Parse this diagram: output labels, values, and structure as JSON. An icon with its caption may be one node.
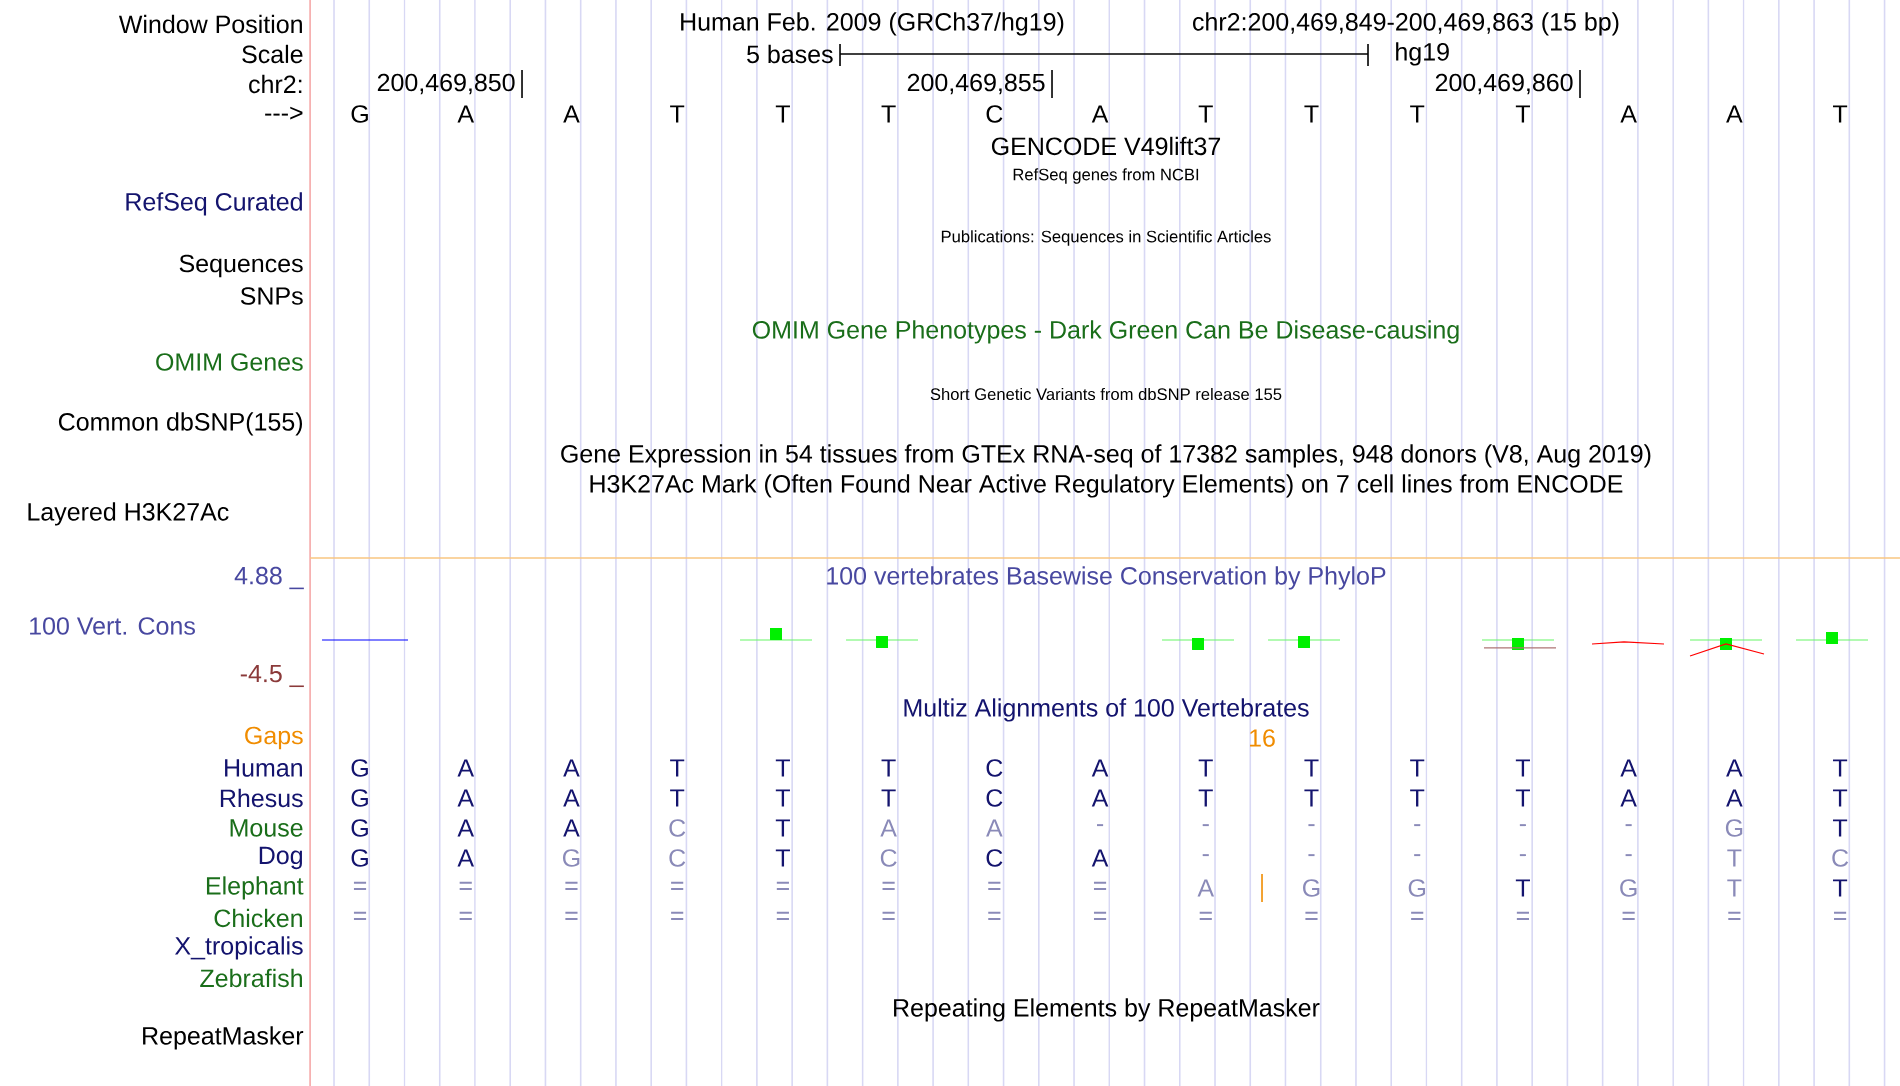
{
  "diagram": {
    "labels": [
      "Window Position",
      "Human Feb. 2009 (GRCh37/hg19)",
      "chr2:200,469,849-200,469,863 (15 bp)",
      "Scale",
      "5 bases",
      "hg19",
      "chr2:",
      "200,469,850",
      "200,469,855",
      "200,469,860",
      "--->",
      "G",
      "A",
      "A",
      "T",
      "T",
      "T",
      "C",
      "A",
      "T",
      "T",
      "T",
      "T",
      "A",
      "A",
      "T",
      "GENCODE V49lift37",
      "RefSeq genes from NCBI",
      "RefSeq Curated",
      "Publications: Sequences in Scientific Articles",
      "Sequences",
      "SNPs",
      "OMIM Gene Phenotypes - Dark Green Can Be Disease-causing",
      "OMIM Genes",
      "Short Genetic Variants from dbSNP release 155",
      "Common dbSNP(155)",
      "Gene Expression in 54 tissues from GTEx RNA-seq of 17382 samples, 948 donors (V8, Aug 2019)",
      "H3K27Ac Mark (Often Found Near Active Regulatory Elements) on 7 cell lines from ENCODE",
      "Layered H3K27Ac",
      "4.88 _",
      "100 vertebrates Basewise Conservation by PhyloP",
      "100 Vert. Cons",
      "-4.5 _",
      "Multiz Alignments of 100 Vertebrates",
      "Gaps",
      "16",
      "Human",
      "G",
      "A",
      "A",
      "T",
      "T",
      "T",
      "C",
      "A",
      "T",
      "T",
      "T",
      "T",
      "A",
      "A",
      "T",
      "Rhesus",
      "G",
      "A",
      "A",
      "T",
      "T",
      "T",
      "C",
      "A",
      "T",
      "T",
      "T",
      "T",
      "A",
      "A",
      "T",
      "Mouse",
      "G",
      "A",
      "A",
      "C",
      "T",
      "A",
      "A",
      "-",
      "-",
      "-",
      "-",
      "-",
      "-",
      "G",
      "T",
      "Dog",
      "G",
      "A",
      "G",
      "C",
      "T",
      "C",
      "C",
      "A",
      "-",
      "-",
      "-",
      "-",
      "-",
      "T",
      "C",
      "Elephant",
      "=",
      "=",
      "=",
      "=",
      "=",
      "=",
      "=",
      "=",
      "A",
      "G",
      "G",
      "T",
      "G",
      "T",
      "T",
      "Chicken",
      "=",
      "=",
      "=",
      "=",
      "=",
      "=",
      "=",
      "=",
      "=",
      "=",
      "=",
      "=",
      "=",
      "=",
      "=",
      "X_tropicalis",
      "Zebrafish",
      "Repeating Elements by RepeatMasker",
      "RepeatMasker"
    ]
  }
}
